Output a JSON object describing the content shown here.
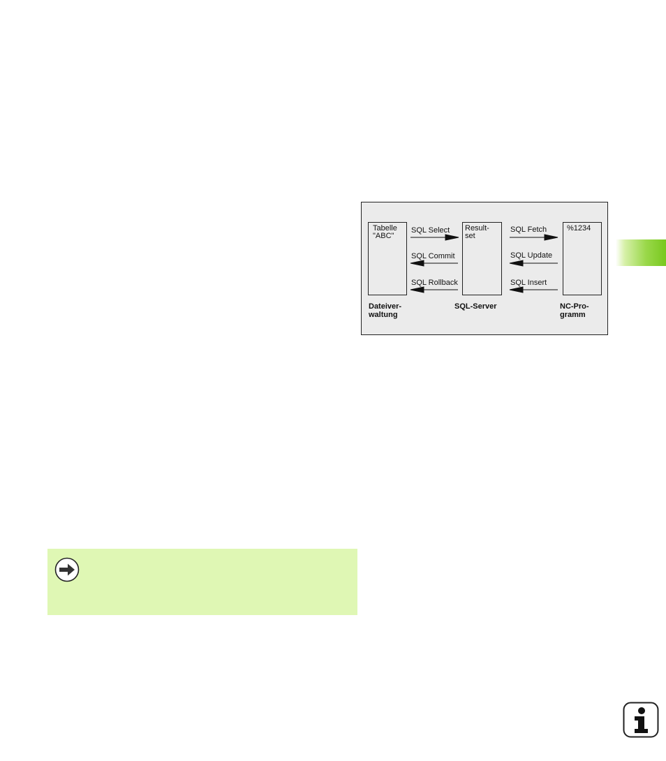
{
  "diagram": {
    "boxes": {
      "left": "Tabelle\n\"ABC\"",
      "middle": "Result-\nset",
      "right": "%1234"
    },
    "flows_left": [
      {
        "label": "SQL Select",
        "direction": "right"
      },
      {
        "label": "SQL Commit",
        "direction": "left"
      },
      {
        "label": "SQL Rollback",
        "direction": "left"
      }
    ],
    "flows_right": [
      {
        "label": "SQL Fetch",
        "direction": "right"
      },
      {
        "label": "SQL Update",
        "direction": "left"
      },
      {
        "label": "SQL Insert",
        "direction": "left"
      }
    ],
    "captions": {
      "left": "Dateiver-\nwaltung",
      "middle": "SQL-Server",
      "right": "NC-Pro-\ngramm"
    }
  },
  "colors": {
    "chapter_tab": "#78c81e",
    "note_background": "#dff7b4",
    "diagram_background": "#ebebeb"
  },
  "icons": {
    "note": "arrow-right-icon",
    "info": "info-icon"
  }
}
